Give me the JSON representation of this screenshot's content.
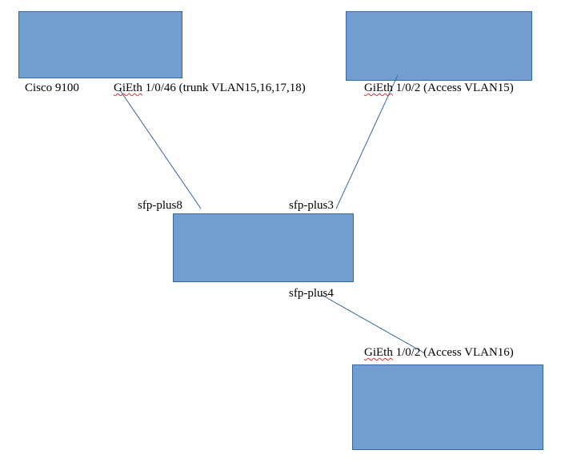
{
  "colors": {
    "box_fill": "#729fcf",
    "box_stroke": "#3465a4",
    "link_stroke": "#3465a4",
    "spellcheck_underline": "#e0312f"
  },
  "labels": {
    "cisco": "Cisco 9100",
    "port_trunk_prefix": "GiEth",
    "port_trunk_rest": " 1/0/46 (trunk VLAN15,16,17,18)",
    "port_access15_prefix": "GiEth",
    "port_access15_rest": " 1/0/2 (Access VLAN15)",
    "sfp8": "sfp-plus8",
    "sfp3": "sfp-plus3",
    "sfp4": "sfp-plus4",
    "port_access16_prefix": "GiEth",
    "port_access16_rest": " 1/0/2 (Access VLAN16)"
  }
}
